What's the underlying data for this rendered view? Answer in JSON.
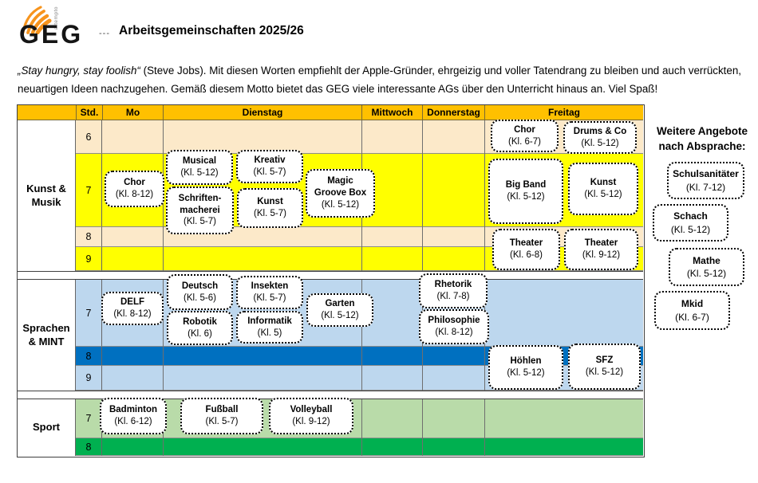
{
  "header": {
    "logo_text": "GEG",
    "logo_sub": "attempto",
    "dashes": "---",
    "title": "Arbeitsgemeinschaften 2025/26"
  },
  "intro": {
    "quote": "„Stay hungry, stay foolish“",
    "text": " (Steve Jobs). Mit diesen Worten empfiehlt der Apple-Gründer, ehrgeizig und voller Tatendrang zu bleiben und auch verrückten, neuartigen Ideen nachzugehen. Gemäß diesem Motto bietet das GEG viele interessante AGs über den Unterricht hinaus an. Viel Spaß!"
  },
  "schedule": {
    "columns": [
      "Std.",
      "Mo",
      "Dienstag",
      "Mittwoch",
      "Donnerstag",
      "Freitag"
    ],
    "sections": [
      {
        "label": "Kunst & Musik",
        "rows": [
          "6",
          "7",
          "8",
          "9"
        ]
      },
      {
        "label": "Sprachen & MINT",
        "rows": [
          "7",
          "8",
          "9"
        ]
      },
      {
        "label": "Sport",
        "rows": [
          "7",
          "8"
        ]
      }
    ],
    "colors": {
      "header_orange": "#FFC000",
      "cream": "#FCE9C9",
      "yellow": "#FFFF00",
      "light_blue": "#BDD7EE",
      "dark_blue": "#0070C0",
      "light_green": "#B9DBA9",
      "dark_green": "#00B050"
    }
  },
  "ags": [
    {
      "title": "Chor",
      "kl": "(Kl. 6-7)",
      "section": "Kunst & Musik",
      "day": "Freitag",
      "std": "6"
    },
    {
      "title": "Drums & Co",
      "kl": "(Kl. 5-12)",
      "section": "Kunst & Musik",
      "day": "Freitag",
      "std": "6"
    },
    {
      "title": "Chor",
      "kl": "(Kl. 8-12)",
      "section": "Kunst & Musik",
      "day": "Mo",
      "std": "7"
    },
    {
      "title": "Musical",
      "kl": "(Kl. 5-12)",
      "section": "Kunst & Musik",
      "day": "Dienstag",
      "std": "7"
    },
    {
      "title": "Kreativ",
      "kl": "(Kl. 5-7)",
      "section": "Kunst & Musik",
      "day": "Dienstag",
      "std": "7"
    },
    {
      "title": "Schriften-",
      "title2": "macherei",
      "kl": "(Kl. 5-7)",
      "section": "Kunst & Musik",
      "day": "Dienstag",
      "std": "7"
    },
    {
      "title": "Kunst",
      "kl": "(Kl. 5-7)",
      "section": "Kunst & Musik",
      "day": "Dienstag",
      "std": "7"
    },
    {
      "title": "Magic",
      "title2": "Groove Box",
      "kl": "(Kl. 5-12)",
      "section": "Kunst & Musik",
      "day": "Dienstag",
      "std": "7"
    },
    {
      "title": "Big Band",
      "kl": "(Kl. 5-12)",
      "section": "Kunst & Musik",
      "day": "Freitag",
      "std": "7"
    },
    {
      "title": "Kunst",
      "kl": "(Kl. 5-12)",
      "section": "Kunst & Musik",
      "day": "Freitag",
      "std": "7"
    },
    {
      "title": "Theater",
      "kl": "(Kl. 6-8)",
      "section": "Kunst & Musik",
      "day": "Freitag",
      "std": "8-9"
    },
    {
      "title": "Theater",
      "kl": "(Kl. 9-12)",
      "section": "Kunst & Musik",
      "day": "Freitag",
      "std": "8-9"
    },
    {
      "title": "DELF",
      "kl": "(Kl. 8-12)",
      "section": "Sprachen & MINT",
      "day": "Mo",
      "std": "7"
    },
    {
      "title": "Deutsch",
      "kl": "(Kl. 5-6)",
      "section": "Sprachen & MINT",
      "day": "Dienstag",
      "std": "7"
    },
    {
      "title": "Insekten",
      "kl": "(Kl. 5-7)",
      "section": "Sprachen & MINT",
      "day": "Dienstag",
      "std": "7"
    },
    {
      "title": "Robotik",
      "kl": "(Kl. 6)",
      "section": "Sprachen & MINT",
      "day": "Dienstag",
      "std": "7"
    },
    {
      "title": "Informatik",
      "kl": "(Kl. 5)",
      "section": "Sprachen & MINT",
      "day": "Dienstag",
      "std": "7"
    },
    {
      "title": "Garten",
      "kl": "(Kl. 5-12)",
      "section": "Sprachen & MINT",
      "day": "Dienstag",
      "std": "7"
    },
    {
      "title": "Rhetorik",
      "kl": "(Kl. 7-8)",
      "section": "Sprachen & MINT",
      "day": "Donnerstag",
      "std": "7"
    },
    {
      "title": "Philosophie",
      "kl": "(Kl. 8-12)",
      "section": "Sprachen & MINT",
      "day": "Donnerstag",
      "std": "7"
    },
    {
      "title": "Höhlen",
      "kl": "(Kl. 5-12)",
      "section": "Sprachen & MINT",
      "day": "Freitag",
      "std": "8-9"
    },
    {
      "title": "SFZ",
      "kl": "(Kl. 5-12)",
      "section": "Sprachen & MINT",
      "day": "Freitag",
      "std": "8-9"
    },
    {
      "title": "Badminton",
      "kl": "(Kl. 6-12)",
      "section": "Sport",
      "day": "Mo",
      "std": "7"
    },
    {
      "title": "Fußball",
      "kl": "(Kl. 5-7)",
      "section": "Sport",
      "day": "Dienstag",
      "std": "7"
    },
    {
      "title": "Volleyball",
      "kl": "(Kl. 9-12)",
      "section": "Sport",
      "day": "Dienstag",
      "std": "7"
    }
  ],
  "side_panel": {
    "title": "Weitere Angebote nach Absprache:",
    "items": [
      {
        "title": "Schulsanitäter",
        "kl": "(Kl. 7-12)"
      },
      {
        "title": "Schach",
        "kl": "(Kl. 5-12)"
      },
      {
        "title": "Mathe",
        "kl": "(Kl. 5-12)"
      },
      {
        "title": "Mkid",
        "kl": "(Kl. 6-7)"
      }
    ]
  }
}
